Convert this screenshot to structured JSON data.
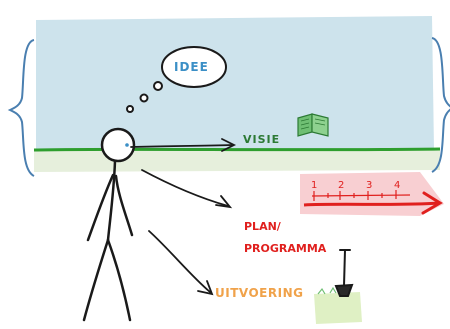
{
  "labels": {
    "idee": "IDEE",
    "visie": "VISIE",
    "plan_line1": "PLAN/",
    "plan_line2": "PROGRAMMA",
    "uitvoering": "UITVOERING"
  },
  "scale_ticks": [
    "1",
    "2",
    "3",
    "4"
  ],
  "colors": {
    "sky": "#cde3ec",
    "ground": "#e6efdc",
    "horizon": "#2e9e2e",
    "ink": "#1a1a1a",
    "idee": "#3b8fc6",
    "visie": "#2c7a34",
    "plan": "#e0201e",
    "plan_band": "#f8cfd2",
    "uitvoering": "#f0a24a",
    "brace": "#4a7fb0",
    "book": "#6fbf73",
    "grass": "#dff0c4"
  },
  "icons": [
    "book-icon",
    "shovel-icon",
    "grass-patch-icon",
    "thought-bubble-icon"
  ]
}
